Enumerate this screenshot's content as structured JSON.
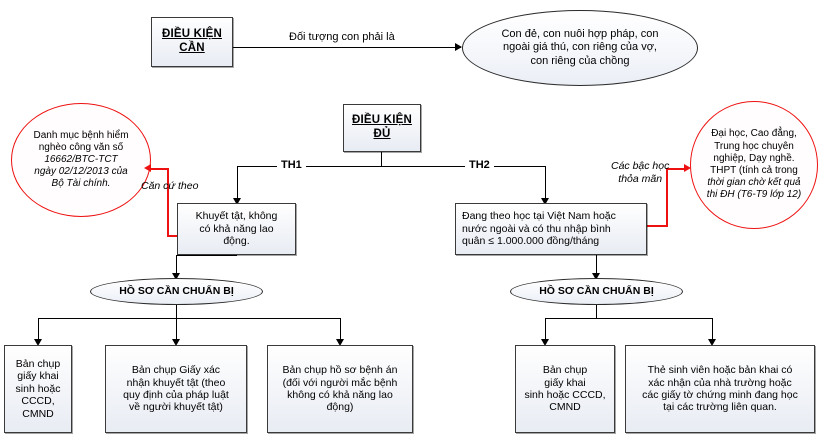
{
  "diagram": {
    "title": "So do dieu kien giam tru gia canh cho nguoi phu thuoc",
    "colors": {
      "red": "#ee1111",
      "box_border": "#3a3a3a",
      "line": "#000000"
    },
    "nodes": {
      "dieu_kien_can": {
        "line1": "ĐIỀU KIỆN",
        "line2": "CẦN"
      },
      "dieu_kien_du": {
        "line1": "ĐIỀU KIỆN",
        "line2": "ĐỦ"
      },
      "con_ellipse": {
        "line1": "Con đẻ, con nuôi hợp pháp, con",
        "line2": "ngoài giá thú, con riêng của vợ,",
        "line3": "con riêng của chồng"
      },
      "red_left": {
        "line1": "Danh mục bệnh hiểm",
        "line2": "nghèo công văn số",
        "line3": "16662/BTC-TCT",
        "line4": "ngày 02/12/2013 của",
        "line5": "Bộ Tài chính."
      },
      "red_right": {
        "line1": "Đại học, Cao đẳng,",
        "line2": "Trung học chuyên",
        "line3": "nghiệp, Dạy nghề.",
        "line4": "THPT (tính cả trong",
        "line5": "thời gian chờ kết quả",
        "line6": "thi ĐH (T6-T9 lớp 12)"
      },
      "th1_box": {
        "line1": "Khuyết tật, không",
        "line2": "có khả năng lao",
        "line3": "động."
      },
      "th2_box": {
        "line1": "Đang theo học tại Việt Nam hoặc",
        "line2": "nước ngoài và có thu nhập bình",
        "line3": "quân ≤ 1.000.000 đồng/tháng"
      },
      "ho_so_left": {
        "label": "HỒ SƠ CẦN CHUẨN BỊ"
      },
      "ho_so_right": {
        "label": "HỒ SƠ CẦN CHUẨN BỊ"
      },
      "doc_l1": {
        "line1": "Bản chụp",
        "line2": "giấy khai",
        "line3": "sinh hoặc",
        "line4": "CCCD,",
        "line5": "CMND"
      },
      "doc_l2": {
        "line1": "Bản chụp Giấy xác",
        "line2": "nhận khuyết tật (theo",
        "line3": "quy định của pháp luật",
        "line4": "về người khuyết tật)"
      },
      "doc_l3": {
        "line1": "Bản chụp hồ sơ bệnh án",
        "line2": "(đối với người mắc bệnh",
        "line3": "không có khả năng lao",
        "line4": "động)"
      },
      "doc_r1": {
        "line1": "Bản chụp",
        "line2": "giấy khai",
        "line3": "sinh hoặc CCCD,",
        "line4": "CMND"
      },
      "doc_r2": {
        "line1": "Thẻ sinh viên hoặc bản khai có",
        "line2": "xác nhận của nhà trường hoặc",
        "line3": "các giấy tờ chứng minh đang học",
        "line4": "tại các trường liên quan."
      }
    },
    "edge_labels": {
      "doi_tuong": "Đối tượng con phải là",
      "th1": "TH1",
      "th2": "TH2",
      "can_cu_theo": "Căn cứ theo",
      "cac_bac_hoc_1": "Các bậc học",
      "cac_bac_hoc_2": "thỏa mãn"
    }
  }
}
